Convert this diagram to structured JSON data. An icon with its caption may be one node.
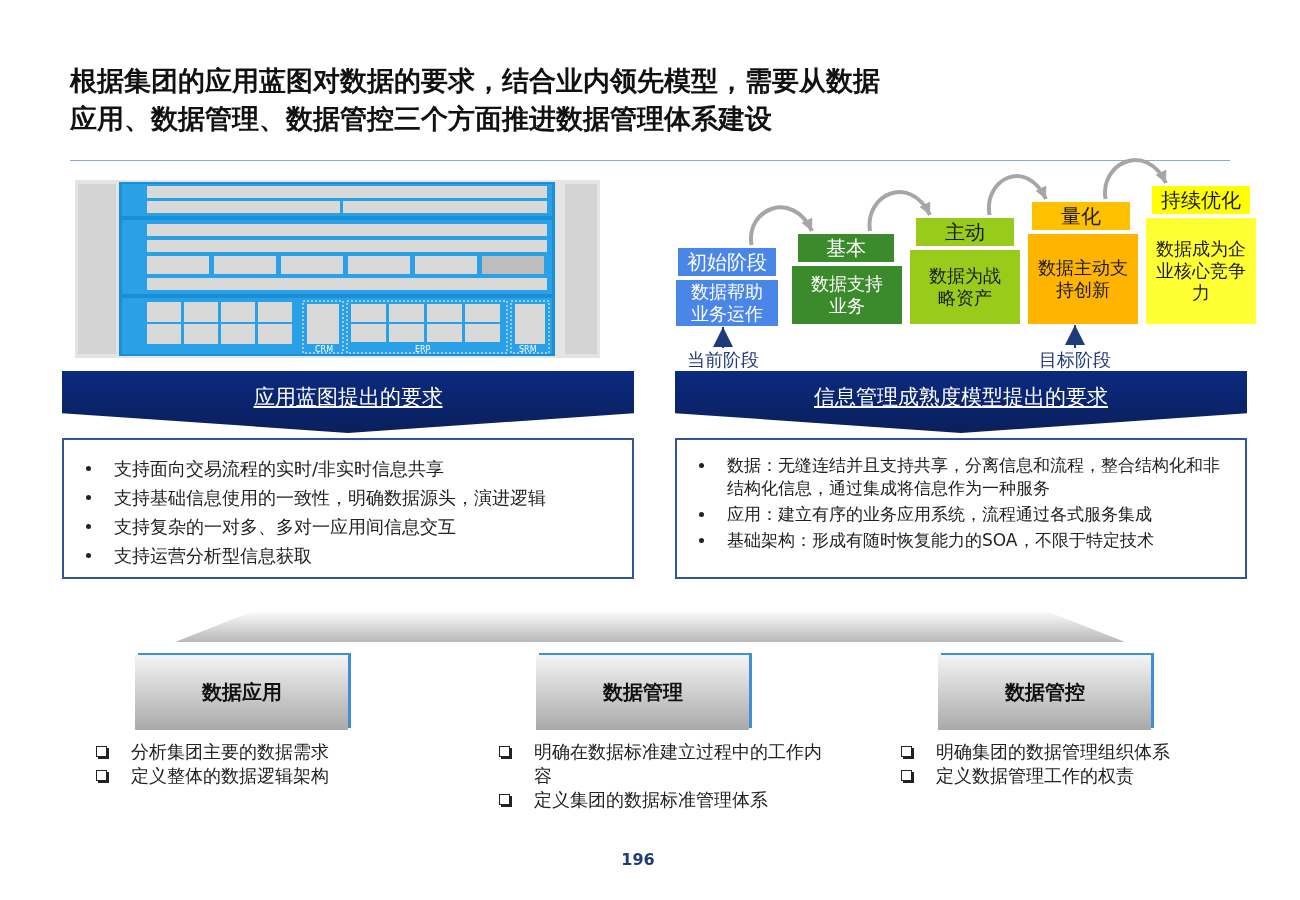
{
  "diagram": {
    "title": "根据集团的应用蓝图对数据的要求，结合业内领先模型，需要从数据应用、数据管理、数据管控三个方面推进数据管理体系建设",
    "nodes": [
      {
        "text": [
          "初始阶段",
          "数据帮助业务运作"
        ]
      },
      {
        "text": [
          "基本",
          "数据支持业务"
        ]
      },
      {
        "text": [
          "主动",
          "数据为战略资产"
        ]
      },
      {
        "text": [
          "量化",
          "数据主动支持创新"
        ]
      },
      {
        "text": [
          "持续优化",
          "数据成为企业核心竞争力"
        ]
      },
      {
        "text": [
          "当前阶段"
        ]
      },
      {
        "text": [
          "目标阶段"
        ]
      },
      {
        "text": [
          "应用蓝图提出的要求"
        ]
      },
      {
        "text": [
          "信息管理成熟度模型提出的要求"
        ]
      },
      {
        "text": [
          "支持面向交易流程的实时/非实时信息共享",
          "支持基础信息使用的一致性，明确数据源头，演进逻辑",
          "支持复杂的一对多、多对一应用间信息交互",
          "支持运营分析型信息获取"
        ]
      },
      {
        "text": [
          "数据：无缝连结并且支持共享，分离信息和流程，整合结构化和非结构化信息，通过集成将信息作为一种服务",
          "应用：建立有序的业务应用系统，流程通过各式服务集成",
          "基础架构：形成有随时恢复能力的SOA，不限于特定技术"
        ]
      },
      {
        "text": [
          "数据应用"
        ],
        "beside": [
          "分析集团主要的数据需求",
          "定义整体的数据逻辑架构"
        ]
      },
      {
        "text": [
          "数据管理"
        ],
        "beside": [
          "明确在数据标准建立过程中的工作内容",
          "定义集团的数据标准管理体系"
        ]
      },
      {
        "text": [
          "数据管控"
        ],
        "beside": [
          "明确集团的数据管理组织体系",
          "定义数据管理工作的权责"
        ]
      },
      {
        "text": [],
        "shape": "bar"
      }
    ],
    "edges": [
      {
        "from": 0,
        "to": 1,
        "arrow": "to"
      },
      {
        "from": 1,
        "to": 2,
        "arrow": "to"
      },
      {
        "from": 2,
        "to": 3,
        "arrow": "to"
      },
      {
        "from": 3,
        "to": 4,
        "arrow": "to"
      },
      {
        "from": 5,
        "to": 0,
        "arrow": "to",
        "color": "#1f3a7a"
      },
      {
        "from": 6,
        "to": 3,
        "arrow": "to",
        "color": "#1f3a7a"
      }
    ],
    "labels": [
      "CRM",
      "ERP",
      "SRM",
      "196"
    ]
  }
}
